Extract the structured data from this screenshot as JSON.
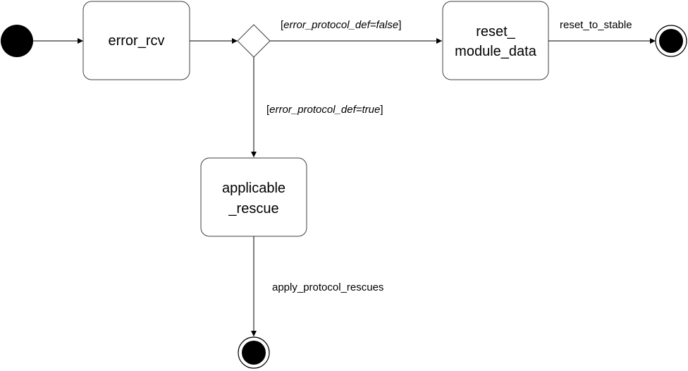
{
  "diagram": {
    "type": "uml-state-machine",
    "colors": {
      "stroke": "#404040",
      "fill": "#ffffff",
      "initial_node": "#000000",
      "final_node": "#000000",
      "text": "#000000"
    },
    "states": {
      "error_rcv": {
        "label": "error_rcv"
      },
      "reset_module_data": {
        "label_line1": "reset_",
        "label_line2": "module_data"
      },
      "applicable_rescue": {
        "label_line1": "applicable",
        "label_line2": "_rescue"
      }
    },
    "transitions": {
      "guard_false": {
        "open": "[",
        "text": "error_protocol_def=false",
        "close": "]"
      },
      "guard_true": {
        "open": "[",
        "text": "error_protocol_def=true",
        "close": "]"
      },
      "reset_to_stable": {
        "label": "reset_to_stable"
      },
      "apply_protocol_rescues": {
        "label": "apply_protocol_rescues"
      }
    }
  }
}
